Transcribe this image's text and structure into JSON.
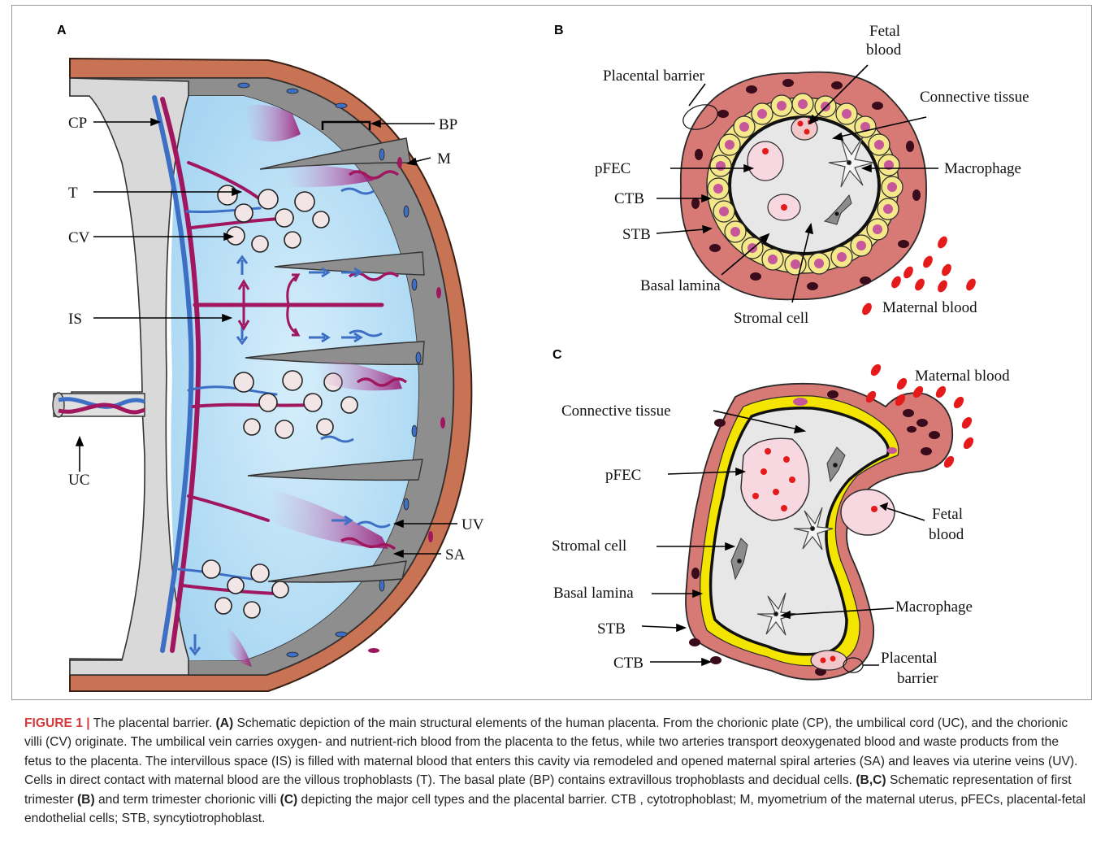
{
  "panels": {
    "a": "A",
    "b": "B",
    "c": "C"
  },
  "panel_a": {
    "cp": "CP",
    "t": "T",
    "cv": "CV",
    "is": "IS",
    "uc": "UC",
    "bp": "BP",
    "m": "M",
    "uv": "UV",
    "sa": "SA"
  },
  "panel_b": {
    "fetal_blood": [
      "Fetal",
      "blood"
    ],
    "placental_barrier": "Placental barrier",
    "connective_tissue": "Connective tissue",
    "pfec": "pFEC",
    "macrophage": "Macrophage",
    "ctb": "CTB",
    "stb": "STB",
    "basal_lamina": "Basal lamina",
    "stromal_cell": "Stromal cell",
    "maternal_blood": "Maternal blood"
  },
  "panel_c": {
    "maternal_blood": "Maternal blood",
    "connective_tissue": "Connective tissue",
    "pfec": "pFEC",
    "fetal_blood": [
      "Fetal",
      "blood"
    ],
    "stromal_cell": "Stromal cell",
    "basal_lamina": "Basal lamina",
    "macrophage": "Macrophage",
    "stb": "STB",
    "ctb": "CTB",
    "placental_barrier": [
      "Placental",
      "barrier"
    ]
  },
  "caption": {
    "title": "FIGURE 1 |",
    "s1": " The placental barrier. ",
    "a_tag": "(A)",
    "s2": " Schematic depiction of the main structural elements of the human placenta. From the chorionic plate (CP), the umbilical cord (UC), and the chorionic villi (CV) originate. The umbilical vein carries oxygen- and nutrient-rich blood from the placenta to the fetus, while two arteries transport deoxygenated blood and waste products from the fetus to the placenta. The intervillous space (IS) is filled with maternal blood that enters this cavity via remodeled and opened maternal spiral arteries (SA) and leaves via uterine veins (UV). Cells in direct contact with maternal blood are the villous trophoblasts (T). The basal plate (BP) contains extravillous trophoblasts and decidual cells. ",
    "bc_tag": "(B,C)",
    "s3": " Schematic representation of first trimester ",
    "b_tag": "(B)",
    "s4": " and term trimester chorionic villi ",
    "c_tag": "(C)",
    "s5": " depicting the major cell types and the placental barrier. CTB , cytotrophoblast; M, myometrium of the maternal uterus, pFECs, placental-fetal endothelial cells; STB, syncytiotrophoblast."
  },
  "colors": {
    "myometrium": "#c97355",
    "basal_plate": "#8a8a8a",
    "intervillous": "#bfe3f7",
    "artery": "#a0175f",
    "vein": "#3d6fc4",
    "stb": "#d77a76",
    "ctb": "#f5e88a",
    "basal_lamina_yellow": "#f4e500",
    "connective": "#e7e7e7",
    "nucleus_dark": "#3a0b1b",
    "nucleus_pink": "#c5579a",
    "maternal_rbc": "#e51a1a",
    "caption_title": "#d63a3a"
  }
}
